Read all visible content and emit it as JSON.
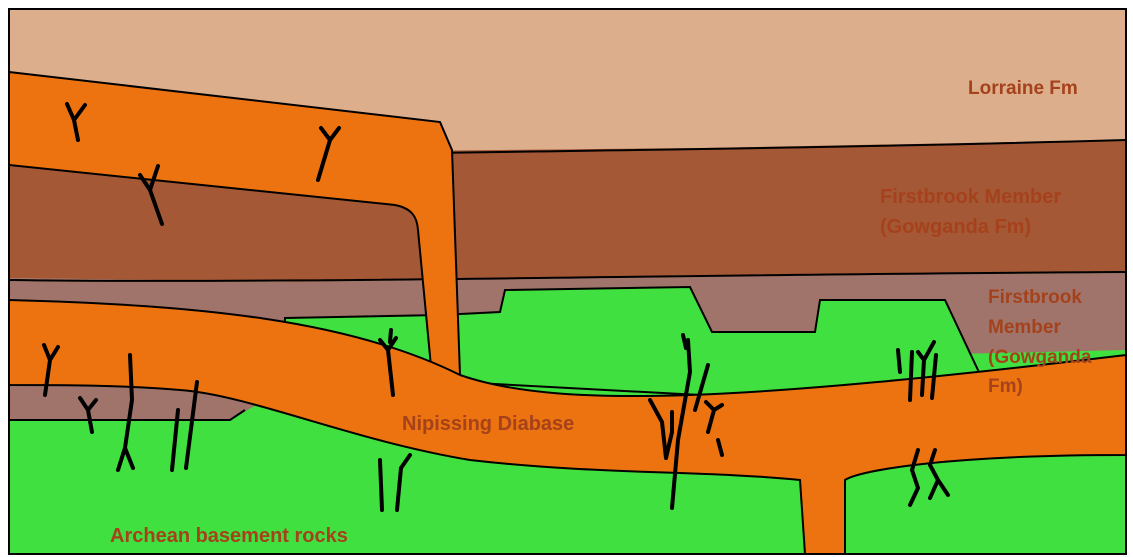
{
  "labels": {
    "lorraine": "Lorraine Fm",
    "firstbrook_upper_1": "Firstbrook Member",
    "firstbrook_upper_2": "(Gowganda Fm)",
    "firstbrook_lower_1": "Firstbrook",
    "firstbrook_lower_2": "Member",
    "firstbrook_lower_3": "(Gowganda",
    "firstbrook_lower_4": "Fm)",
    "nipissing": "Nipissing Diabase",
    "archean": "Archean basement rocks"
  },
  "colors": {
    "lorraine": "#dcae8c",
    "firstbrook_upper": "#a45836",
    "firstbrook_lower": "#a0746a",
    "archean": "#40e040",
    "diabase": "#ec730f",
    "label": "#a5421b",
    "fracture": "#000000"
  }
}
